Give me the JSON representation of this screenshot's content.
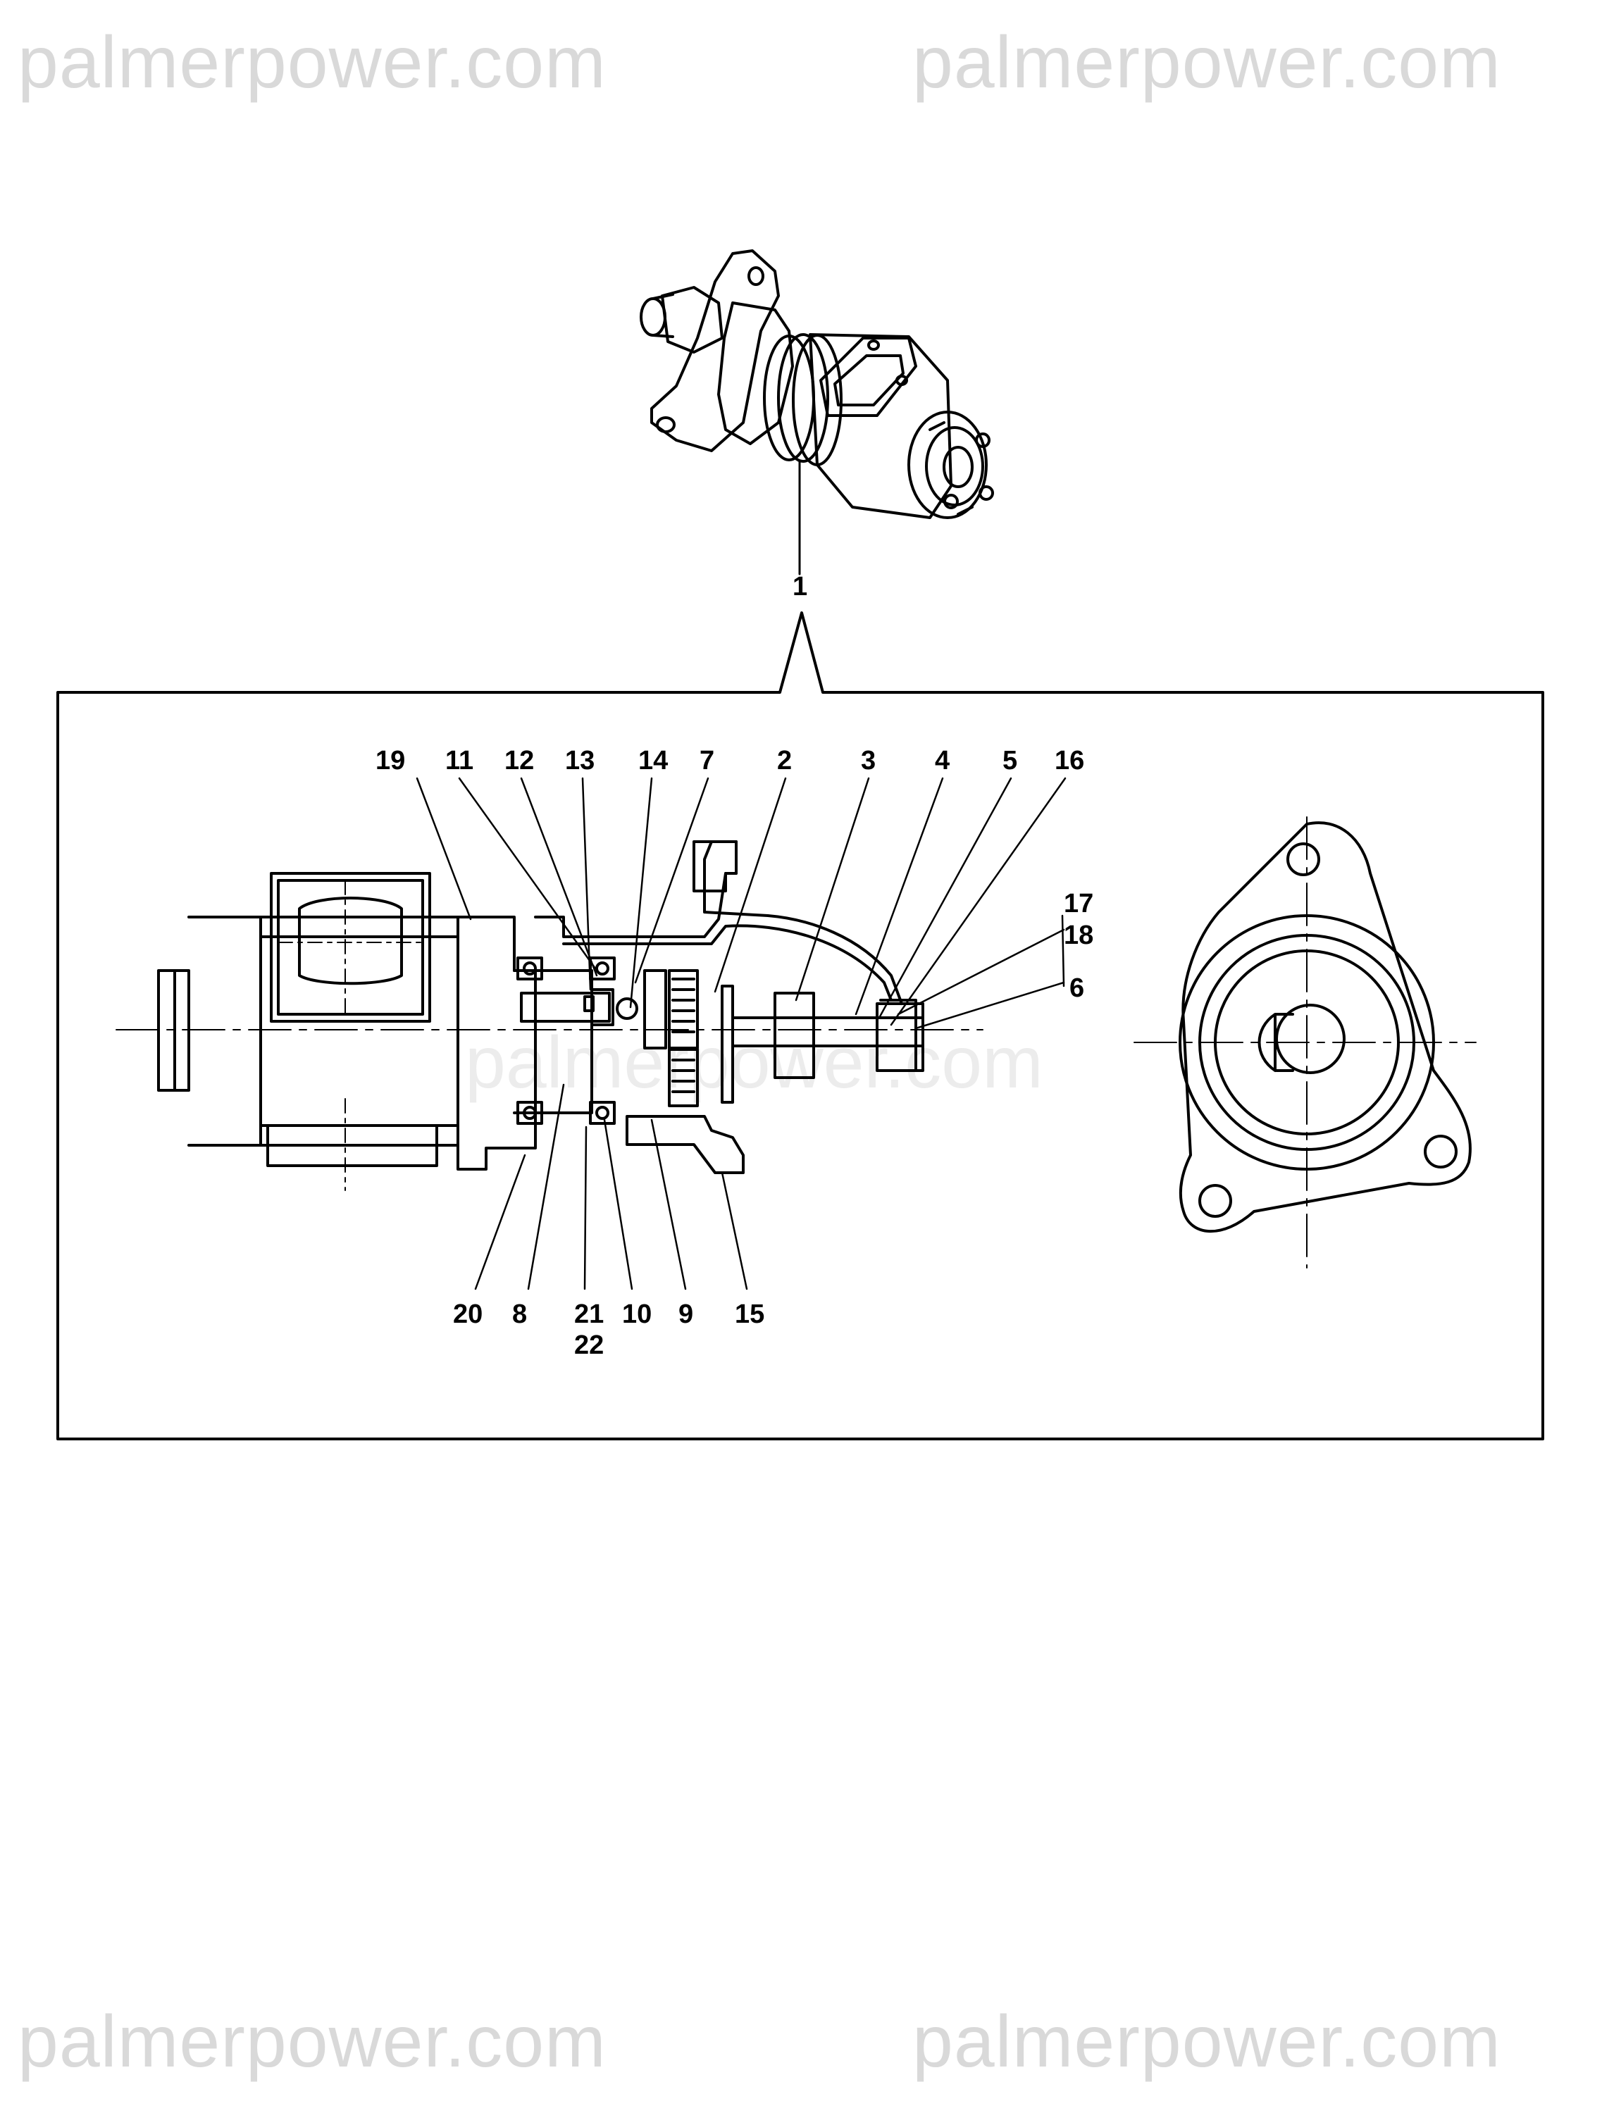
{
  "watermark": {
    "text": "palmerpower.com"
  },
  "callouts": {
    "c1": "1",
    "c2": "2",
    "c3": "3",
    "c4": "4",
    "c5": "5",
    "c6": "6",
    "c7": "7",
    "c8": "8",
    "c9": "9",
    "c10": "10",
    "c11": "11",
    "c12": "12",
    "c13": "13",
    "c14": "14",
    "c15": "15",
    "c16": "16",
    "c17": "17",
    "c18": "18",
    "c19": "19",
    "c20": "20",
    "c21": "21",
    "c22": "22"
  }
}
